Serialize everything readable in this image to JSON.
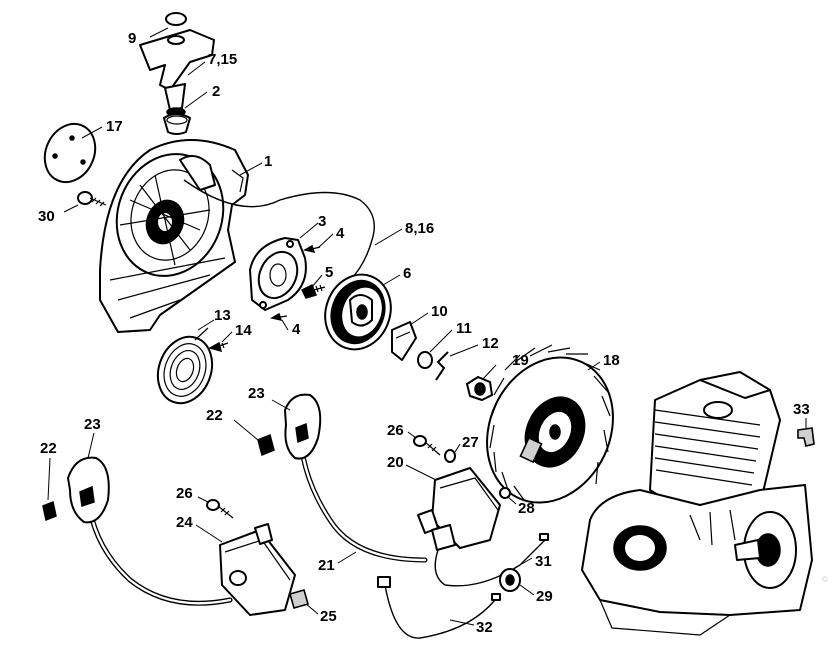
{
  "diagram": {
    "callouts": [
      {
        "id": "c9",
        "text": "9"
      },
      {
        "id": "c7-15",
        "text": "7,15"
      },
      {
        "id": "c2",
        "text": "2"
      },
      {
        "id": "c17",
        "text": "17"
      },
      {
        "id": "c1",
        "text": "1"
      },
      {
        "id": "c30",
        "text": "30"
      },
      {
        "id": "c3",
        "text": "3"
      },
      {
        "id": "c4a",
        "text": "4"
      },
      {
        "id": "c8-16",
        "text": "8,16"
      },
      {
        "id": "c5",
        "text": "5"
      },
      {
        "id": "c6",
        "text": "6"
      },
      {
        "id": "c13",
        "text": "13"
      },
      {
        "id": "c14",
        "text": "14"
      },
      {
        "id": "c4b",
        "text": "4"
      },
      {
        "id": "c10",
        "text": "10"
      },
      {
        "id": "c11",
        "text": "11"
      },
      {
        "id": "c12",
        "text": "12"
      },
      {
        "id": "c19",
        "text": "19"
      },
      {
        "id": "c18",
        "text": "18"
      },
      {
        "id": "c23a",
        "text": "23"
      },
      {
        "id": "c22a",
        "text": "22"
      },
      {
        "id": "c33",
        "text": "33"
      },
      {
        "id": "c22b",
        "text": "22"
      },
      {
        "id": "c23b",
        "text": "23"
      },
      {
        "id": "c26a",
        "text": "26"
      },
      {
        "id": "c27",
        "text": "27"
      },
      {
        "id": "c20",
        "text": "20"
      },
      {
        "id": "c28",
        "text": "28"
      },
      {
        "id": "c26b",
        "text": "26"
      },
      {
        "id": "c24",
        "text": "24"
      },
      {
        "id": "c21",
        "text": "21"
      },
      {
        "id": "c31",
        "text": "31"
      },
      {
        "id": "c29",
        "text": "29"
      },
      {
        "id": "c25",
        "text": "25"
      },
      {
        "id": "c32",
        "text": "32"
      }
    ],
    "watermark": "©"
  }
}
